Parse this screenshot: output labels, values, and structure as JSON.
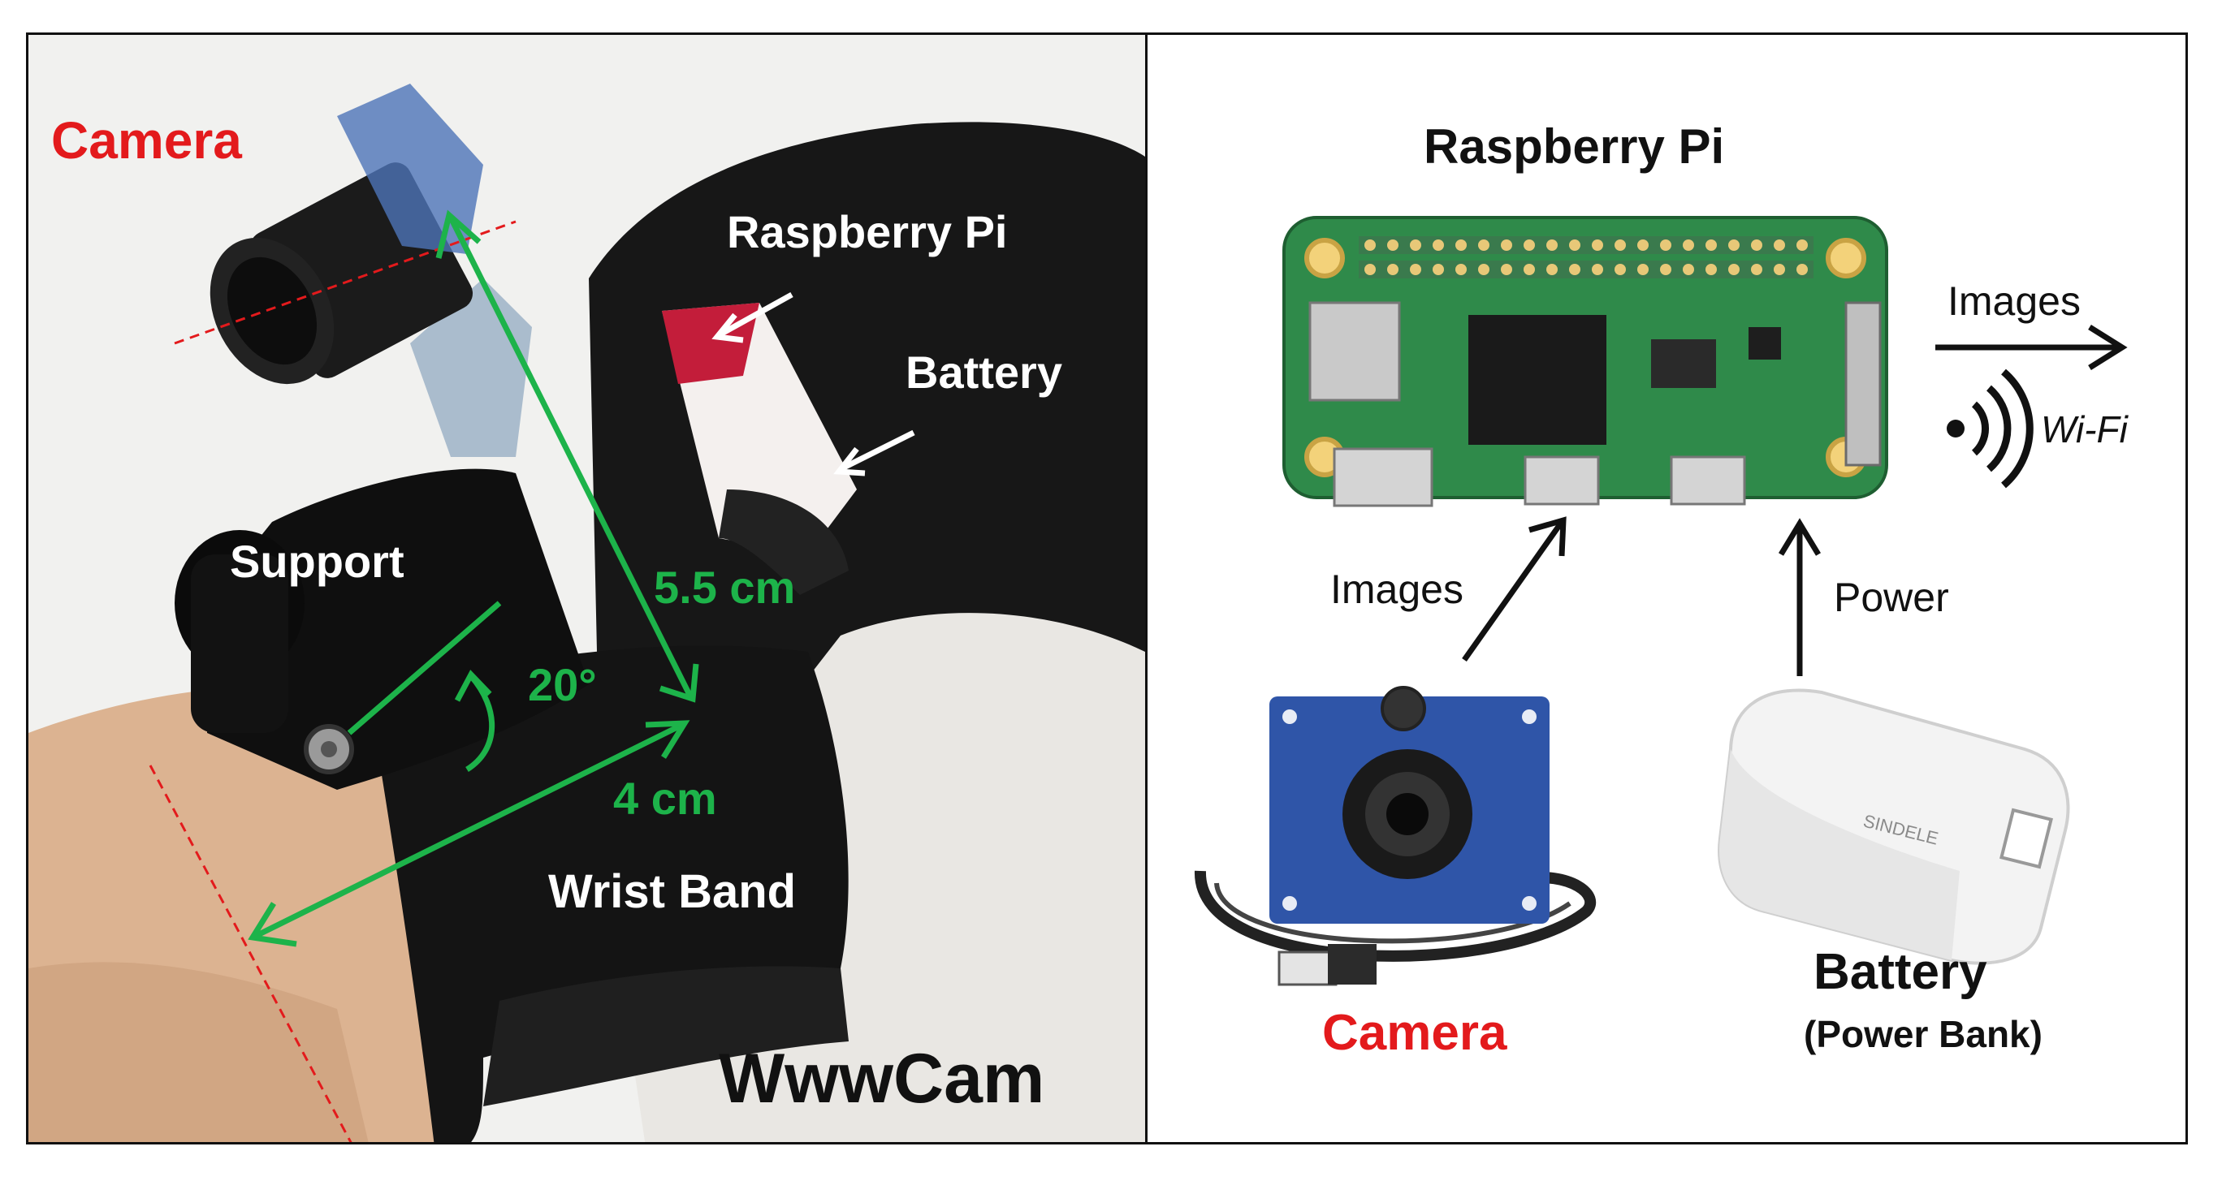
{
  "left_panel": {
    "labels": {
      "camera": "Camera",
      "raspberry_pi": "Raspberry Pi",
      "battery": "Battery",
      "support": "Support",
      "length": "5.5 cm",
      "angle": "20°",
      "width": "4 cm",
      "wrist_band": "Wrist Band",
      "title": "WwwCam"
    }
  },
  "right_panel": {
    "labels": {
      "raspberry_pi": "Raspberry Pi",
      "images_out": "Images",
      "wifi": "Wi-Fi",
      "images_in": "Images",
      "power": "Power",
      "camera": "Camera",
      "battery": "Battery",
      "battery_sub": "(Power Bank)",
      "bank_brand": "SINDELE"
    }
  },
  "colors": {
    "red_label": "#e31a1c",
    "green_annotation": "#1db34a",
    "pcb_green": "#2f8a4a",
    "band_black": "#151515",
    "skin": "#dcb391",
    "camera_board_blue": "#2f55a8"
  },
  "icons": [
    "wifi-icon",
    "arrow-icon"
  ]
}
